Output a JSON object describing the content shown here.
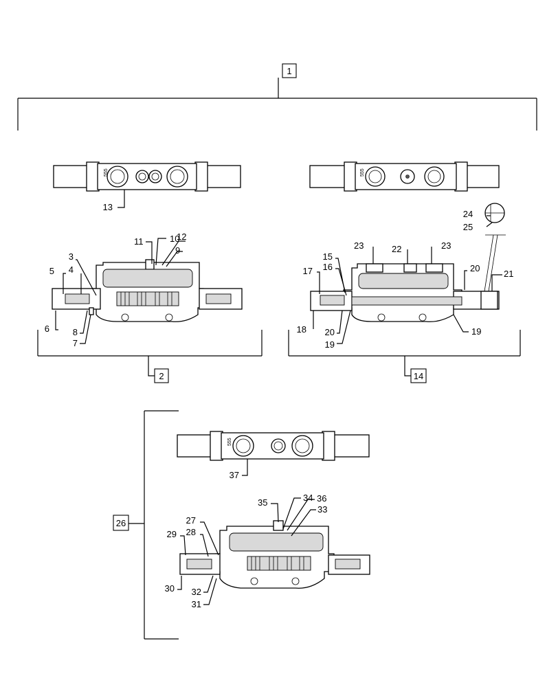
{
  "callouts": {
    "c1": "1",
    "c2": "2",
    "c3": "3",
    "c4": "4",
    "c5": "5",
    "c6": "6",
    "c7": "7",
    "c8": "8",
    "c9": "9",
    "c10": "10",
    "c11": "11",
    "c12": "12",
    "c13": "13",
    "c14": "14",
    "c15": "15",
    "c16": "16",
    "c17": "17",
    "c18": "18",
    "c19a": "19",
    "c19b": "19",
    "c20a": "20",
    "c20b": "20",
    "c21": "21",
    "c22": "22",
    "c23a": "23",
    "c23b": "23",
    "c24": "24",
    "c25": "25",
    "c26": "26",
    "c27": "27",
    "c28": "28",
    "c29": "29",
    "c30": "30",
    "c31": "31",
    "c32": "32",
    "c33": "33",
    "c34": "34",
    "c35": "35",
    "c36": "36",
    "c37": "37"
  },
  "stamps": {
    "s1": "555",
    "s2": "555",
    "s3": "555"
  }
}
